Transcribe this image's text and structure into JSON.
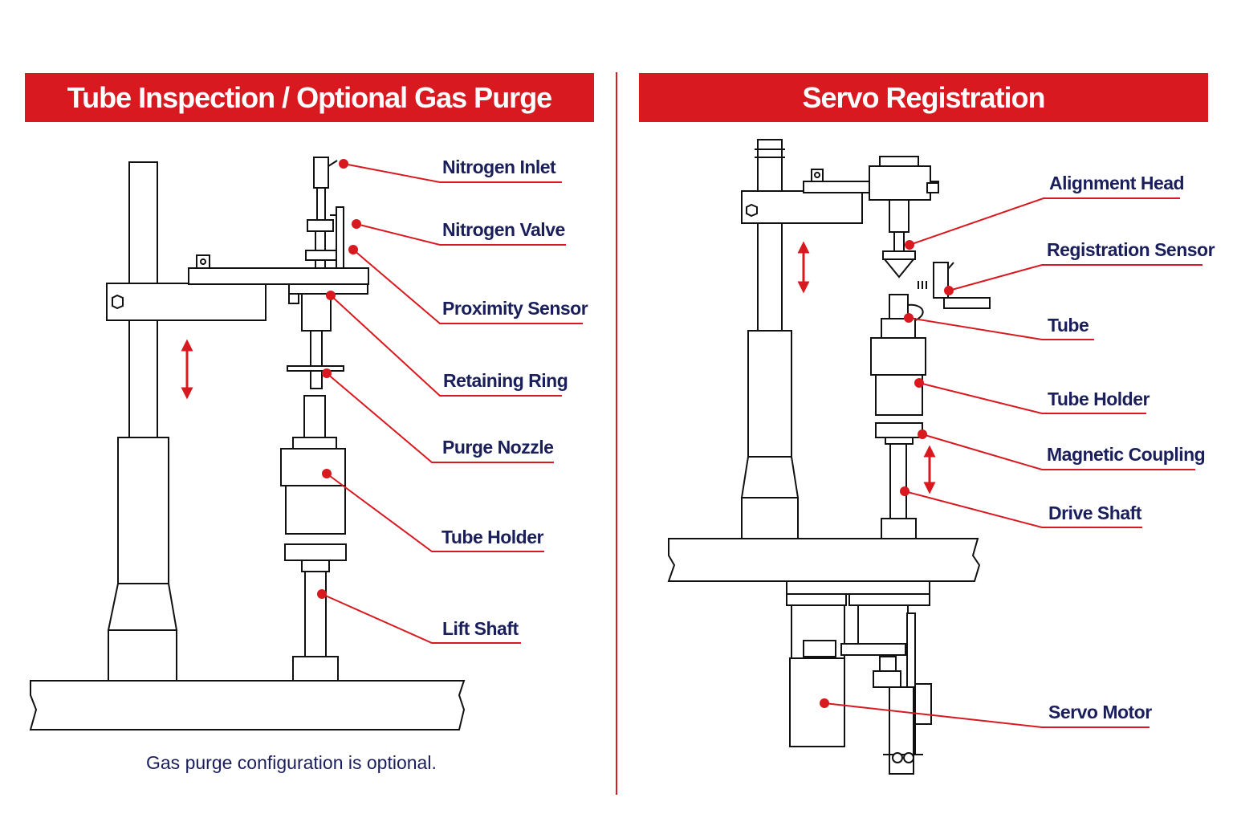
{
  "panels": {
    "left": {
      "title": "Tube Inspection / Optional Gas Purge",
      "labels": [
        "Nitrogen Inlet",
        "Nitrogen Valve",
        "Proximity Sensor",
        "Retaining Ring",
        "Purge Nozzle",
        "Tube Holder",
        "Lift Shaft"
      ],
      "footnote": "Gas purge configuration is optional."
    },
    "right": {
      "title": "Servo Registration",
      "labels": [
        "Alignment Head",
        "Registration Sensor",
        "Tube",
        "Tube Holder",
        "Magnetic Coupling",
        "Drive Shaft",
        "Servo Motor"
      ]
    }
  },
  "colors": {
    "accent": "#d81920",
    "label_text": "#1a1f5c",
    "line_art": "#111111"
  }
}
